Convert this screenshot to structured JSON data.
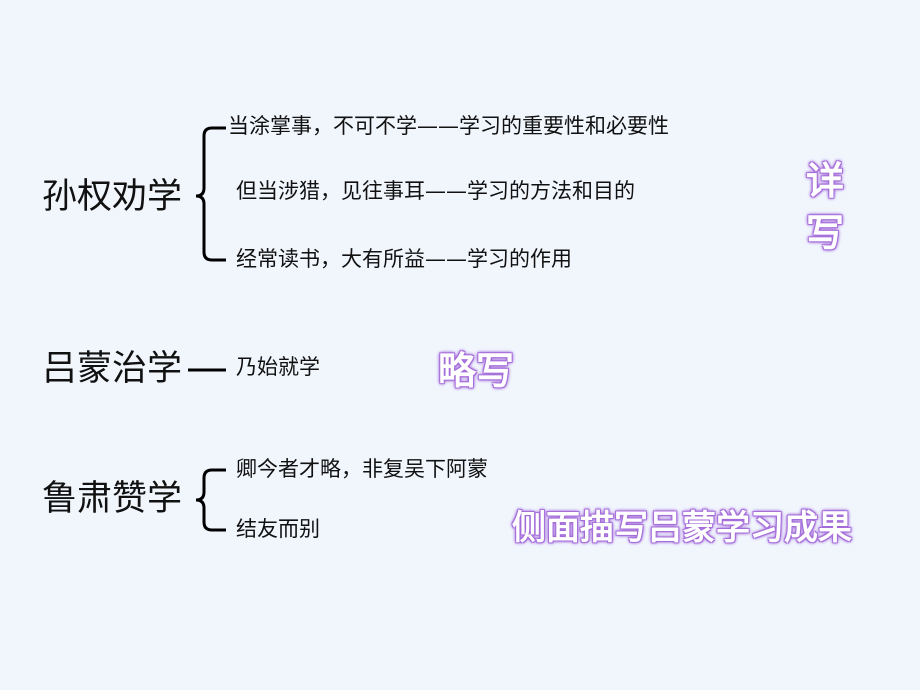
{
  "sections": [
    {
      "topic": "孙权劝学",
      "items": [
        "当涂掌事，不可不学——学习的重要性和必要性",
        "但当涉猎，见往事耳——学习的方法和目的",
        "经常读书，大有所益——学习的作用"
      ]
    },
    {
      "topic": "吕蒙治学",
      "items": [
        "乃始就学"
      ]
    },
    {
      "topic": "鲁肃赞学",
      "items": [
        "卿今者才略，非复吴下阿蒙",
        "结友而别"
      ]
    }
  ],
  "notes": {
    "detailed_line1": "详",
    "detailed_line2": "写",
    "brief": "略写",
    "side": "侧面描写吕蒙学习成果"
  },
  "colors": {
    "background": "#f1f6fd",
    "note_glow": "#a26bd8"
  }
}
